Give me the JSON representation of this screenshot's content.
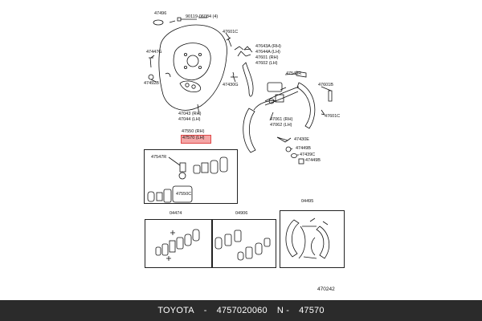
{
  "parts": {
    "p47496": "47496",
    "p90119": "90119-06084 (4)",
    "p47601c_top": "47601C",
    "p47447g": "47447G",
    "p47643a": "47643A (RH)",
    "p47644a": "47644A (LH)",
    "p47601": "47601 (RH)",
    "p47602": "47602 (LH)",
    "p47548r": "47548R",
    "p47601b": "47601B",
    "p47492b": "47492B",
    "p47430g": "47430G",
    "p47601c_right": "47601C",
    "p47043": "47043 (RH)",
    "p47044": "47044 (LH)",
    "p47061": "47061 (RH)",
    "p47062": "47062 (LH)",
    "p47550": "47550 (RH)",
    "p47570": "47570 (LH)",
    "p47430e": "47430E",
    "p47449b_1": "47449B",
    "p47439c": "47439C",
    "p47449b_2": "47449B",
    "p47547r": "47547R",
    "p47550c": "47550C",
    "p04495": "04495",
    "p04474": "04474",
    "p04906": "04906",
    "p470242": "470242"
  },
  "highlight_color": "#f4a6a6",
  "footer": {
    "brand": "TOYOTA",
    "sep1": "-",
    "part_number": "4757020060",
    "sep2": "N -",
    "ref": "47570"
  }
}
